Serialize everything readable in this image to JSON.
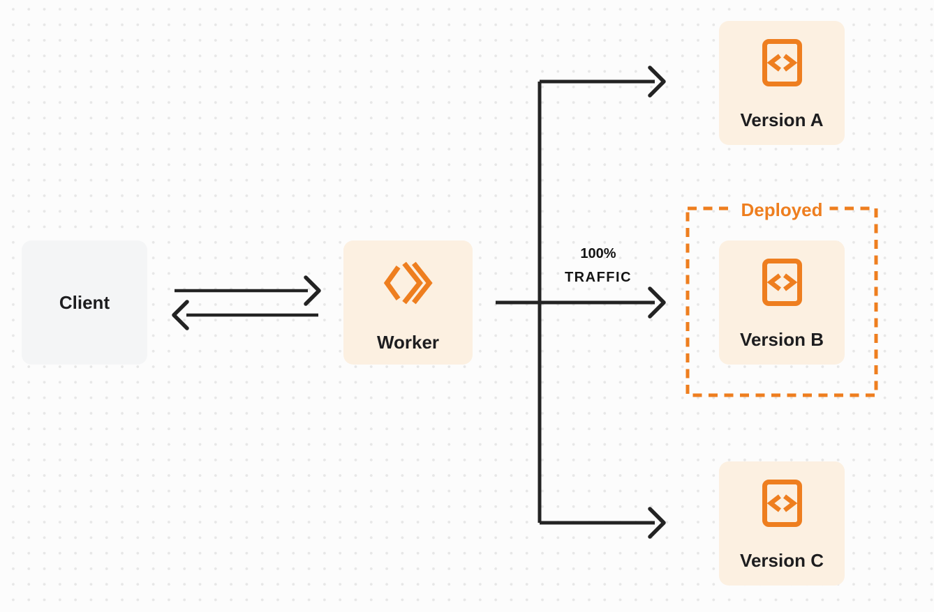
{
  "colors": {
    "accent_orange": "#EE7E1F",
    "node_bg_cream": "#FCF0E1",
    "node_bg_gray": "#F4F5F6",
    "line_dark": "#232323",
    "label_text": "#1D1D1F",
    "page_bg": "#FCFCFC",
    "dot": "#E7E7E7"
  },
  "nodes": {
    "client": {
      "label": "Client"
    },
    "worker": {
      "label": "Worker",
      "icon": "workers-logo-icon"
    },
    "version_a": {
      "label": "Version A",
      "icon": "code-file-icon"
    },
    "version_b": {
      "label": "Version B",
      "icon": "code-file-icon"
    },
    "version_c": {
      "label": "Version C",
      "icon": "code-file-icon"
    }
  },
  "annotations": {
    "deployed": {
      "label": "Deployed"
    },
    "traffic": {
      "line1": "100%",
      "line2": "TRAFFIC"
    }
  }
}
